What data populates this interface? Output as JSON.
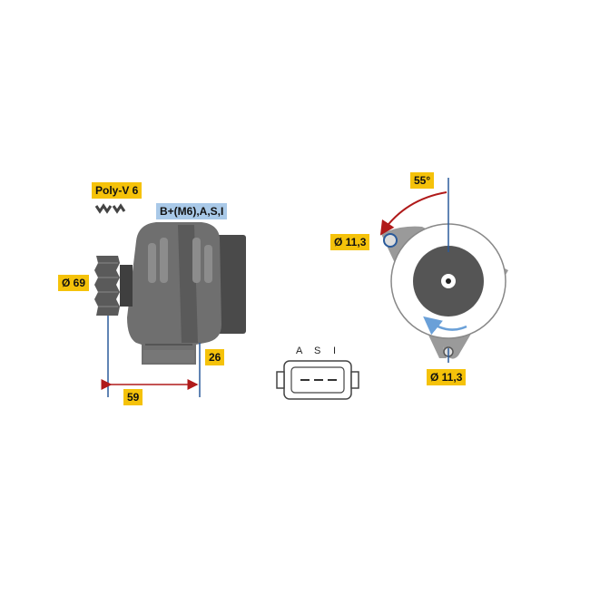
{
  "labels": {
    "belt": "Poly-V 6",
    "terminal": "B+(M6),A,S,I",
    "pulley_diameter": "Ø 69",
    "depth_small": "26",
    "depth_total": "59",
    "angle": "55°",
    "hole_upper": "Ø 11,3",
    "hole_lower": "Ø 11,3"
  },
  "connector_pins": [
    "A",
    "S",
    "I"
  ],
  "colors": {
    "dimension_line": "#2a5a9a",
    "label_bg": "#f5c20a",
    "terminal_bg": "#a9c9e8",
    "angle_arrow": "#b01a1a",
    "rotation_arrow": "#6aa0d8"
  }
}
